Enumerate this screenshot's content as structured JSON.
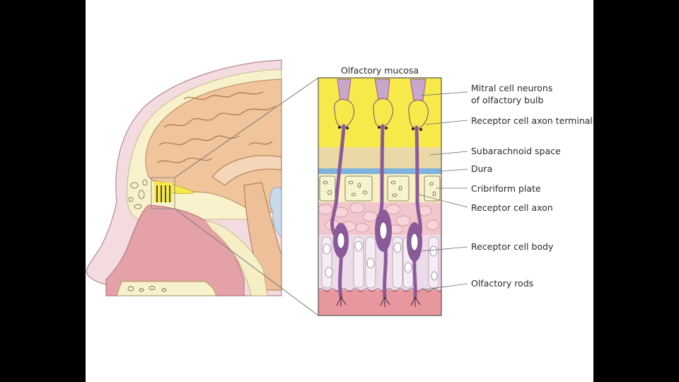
{
  "diagram": {
    "title": "Olfactory mucosa",
    "labels": {
      "mitral_line1": "Mitral cell neurons",
      "mitral_line2": "of olfactory bulb",
      "axon_terminal": "Receptor cell axon terminal",
      "subarachnoid": "Subarachnoid space",
      "dura": "Dura",
      "cribriform": "Cribriform plate",
      "axon": "Receptor cell axon",
      "cell_body": "Receptor cell body",
      "rods": "Olfactory rods"
    },
    "colors": {
      "bulb_yellow": "#f7e94a",
      "subarachnoid_tan": "#ead9a6",
      "dura_blue": "#7fb2dc",
      "bone_cream": "#f6f0c4",
      "mucosa_pink": "#f2c6cc",
      "neuron_purple": "#8c5a9a",
      "epithelium_lavender": "#ecdbe8",
      "brain_tan": "#f1c59c",
      "nasal_red": "#e4a2a8"
    }
  }
}
